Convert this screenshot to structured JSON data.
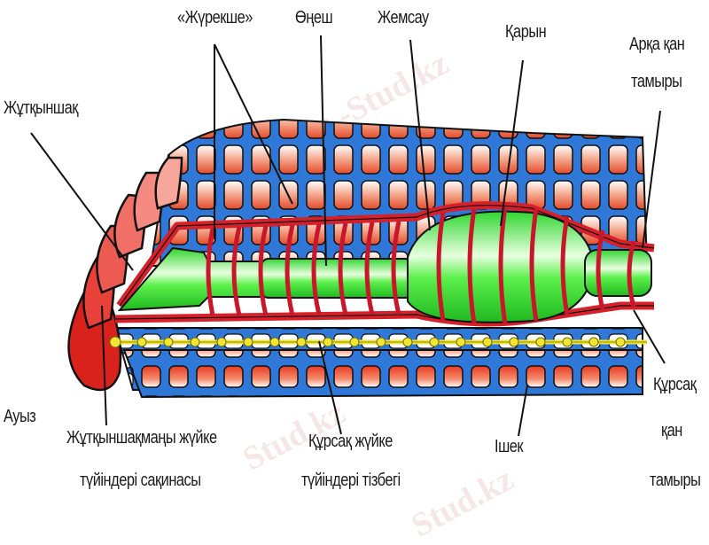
{
  "diagram": {
    "subject": "Earthworm internal anatomy (longitudinal section)",
    "labels": {
      "heart": "«Жүрекше»",
      "esophagus": "Өңеш",
      "crop": "Жемсау",
      "gizzard": "Қарын",
      "dorsal_vessel_1": "Арқа қан",
      "dorsal_vessel_2": "тамыры",
      "pharynx": "Жұтқыншақ",
      "mouth": "Ауыз",
      "nerve_ring_1": "Жұтқыншақмаңы жүйке",
      "nerve_ring_2": "түйіндері сақинасы",
      "ventral_nerve_1": "Құрсақ жүйке",
      "ventral_nerve_2": "түйіндері тізбегі",
      "intestine": "Ішек",
      "ventral_vessel_1": "Құрсақ",
      "ventral_vessel_2": "қан",
      "ventral_vessel_3": "тамыры"
    },
    "colors": {
      "body_wall": "#e0322a",
      "muscle_grid": "#2f78d8",
      "gut": "#39e83a",
      "blood_vessels": "#d8202a",
      "nerve_cord": "#f2e632",
      "outline": "#111111"
    },
    "watermark": {
      "text_1": "kz -Stud.kz",
      "text_2": "Stud.kz",
      "text_3": "Stud.kz"
    }
  }
}
